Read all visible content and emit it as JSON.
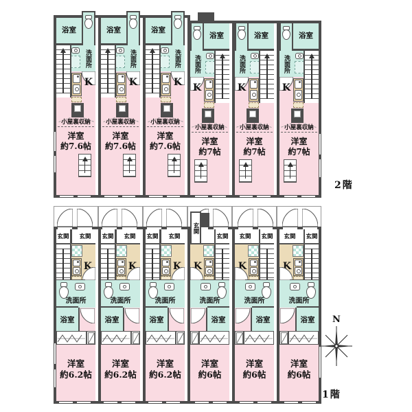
{
  "labels": {
    "bathroom": "浴室",
    "washroom": "洗面所",
    "kitchen": "K",
    "attic_storage": "小屋裏収納",
    "entrance": "玄関",
    "western_room": "洋室"
  },
  "floor2": {
    "name": "2階",
    "units": [
      {
        "room": "洋室",
        "size": "約7.6帖"
      },
      {
        "room": "洋室",
        "size": "約7.6帖"
      },
      {
        "room": "洋室",
        "size": "約7.6帖"
      },
      {
        "room": "洋室",
        "size": "約7帖"
      },
      {
        "room": "洋室",
        "size": "約7帖"
      },
      {
        "room": "洋室",
        "size": "約7帖"
      }
    ]
  },
  "floor1": {
    "name": "1階",
    "units": [
      {
        "room": "洋室",
        "size": "約6.2帖"
      },
      {
        "room": "洋室",
        "size": "約6.2帖"
      },
      {
        "room": "洋室",
        "size": "約6.2帖"
      },
      {
        "room": "洋室",
        "size": "約6帖"
      },
      {
        "room": "洋室",
        "size": "約6帖"
      },
      {
        "room": "洋室",
        "size": "約6帖"
      }
    ]
  },
  "compass": {
    "north": "N"
  },
  "colors": {
    "wall": "#4d4d4d",
    "room_pink": "#fadbe2",
    "wet_area_teal": "#cbece3",
    "kitchen_floor_beige": "#ecdcb9",
    "counter_beige": "#e3cda2",
    "tile_teal": "#b9e4da",
    "background": "#ffffff"
  },
  "icons": {
    "toilet": "toilet-icon",
    "sink": "sink-icon",
    "stove": "stove-icon",
    "door_swing": "door-arc-icon",
    "stairs_arrow": "stairs-arrow-icon",
    "hanger_rail": "hanger-rail-icon",
    "attic_hatch": "attic-hatch-icon",
    "compass_rose": "compass-rose-icon"
  }
}
